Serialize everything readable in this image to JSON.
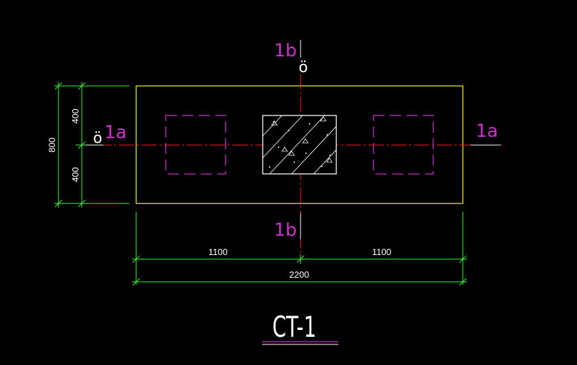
{
  "drawing": {
    "title": "CT-1",
    "section_marks": {
      "top": "1b",
      "bottom": "1b",
      "left": "1a",
      "right": "1a"
    },
    "pile_marks": [
      "ö",
      "ö"
    ],
    "dimensions": {
      "left_upper": "400",
      "left_lower": "400",
      "left_total": "800",
      "bottom_left": "1100",
      "bottom_right": "1100",
      "bottom_total": "2200"
    }
  },
  "colors": {
    "background": "#000000",
    "outline": "#ffff33",
    "dimension": "#33ff33",
    "centerline": "#ff2020",
    "pile": "#cc33cc",
    "column": "#ffffff",
    "label": "#cc33cc"
  }
}
